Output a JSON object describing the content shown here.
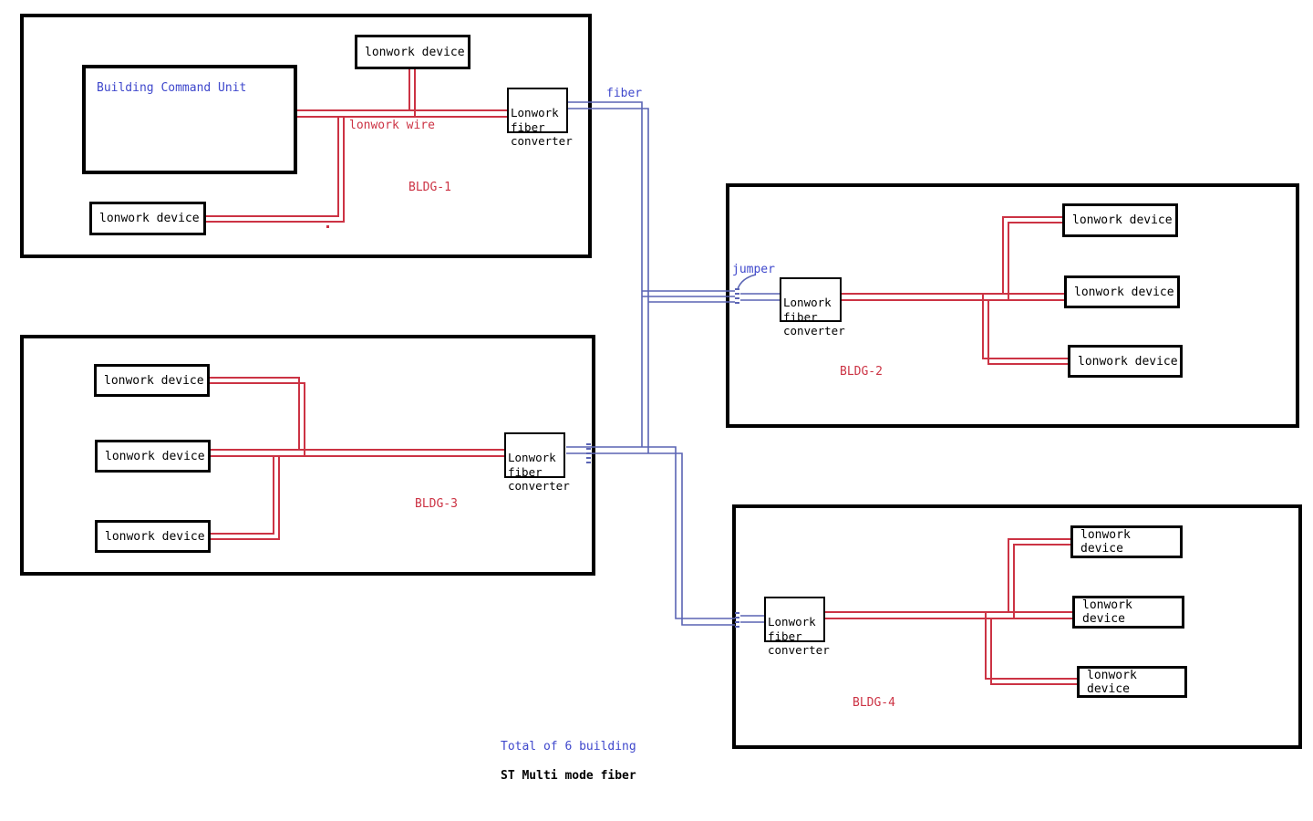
{
  "labels": {
    "device": "lonwork device",
    "bcu": "Building Command Unit",
    "converter": "Lonwork\nfiber\nconverter",
    "wire": "lonwork wire",
    "fiber": "fiber",
    "jumper": "jumper",
    "total": "Total of 6 building",
    "fiber_type": "ST Multi mode fiber"
  },
  "buildings": {
    "b1": "BLDG-1",
    "b2": "BLDG-2",
    "b3": "BLDG-3",
    "b4": "BLDG-4"
  },
  "colors": {
    "wire_red": "#cc3344",
    "fiber_blue": "#5a64b4",
    "text_red": "#cc3344",
    "text_blue": "#3f48cc",
    "box_black": "#000000"
  }
}
